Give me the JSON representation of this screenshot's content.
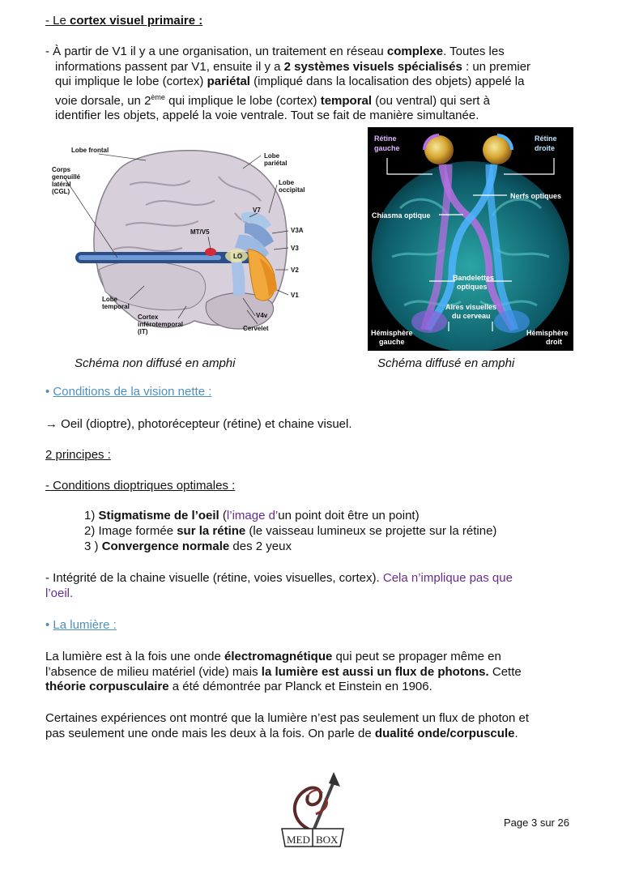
{
  "section1": {
    "title_prefix": "- Le ",
    "title_bold": "cortex visuel primaire :",
    "p1": {
      "a": "- À partir de V1 il y a une organisation, un traitement en réseau ",
      "b": "complexe",
      "c": ". Toutes les",
      "d": "informations passent par V1, ensuite il y a ",
      "e": "2 systèmes visuels spécialisés",
      "f": " : un premier",
      "g": "qui implique le lobe (cortex) ",
      "h": "pariétal",
      "i": " (impliqué dans la localisation des objets) appelé la",
      "j": "voie dorsale, un 2",
      "k": "ème",
      "l": " qui implique le lobe (cortex) ",
      "m": "temporal",
      "n": " (ou ventral) qui sert à",
      "o": "identifier les objets, appelé la voie ventrale. Tout se fait de manière simultanée."
    }
  },
  "figure_left": {
    "caption": "Schéma non diffusé en amphi",
    "labels": {
      "lobe_frontal": "Lobe frontal",
      "corps1": "Corps",
      "corps2": "genouillé",
      "corps3": "latéral",
      "corps4": "(CGL)",
      "lobe_parietal1": "Lobe",
      "lobe_parietal2": "pariétal",
      "lobe_occipital1": "Lobe",
      "lobe_occipital2": "occipital",
      "v7": "V7",
      "mt": "MT/V5",
      "v3a": "V3A",
      "v3": "V3",
      "lo": "LO",
      "v2": "V2",
      "v1": "V1",
      "lobe_temporal1": "Lobe",
      "lobe_temporal2": "temporal",
      "cortex_it1": "Cortex",
      "cortex_it2": "inférotemporal",
      "cortex_it3": "(IT)",
      "v4v": "V4v",
      "cervelet": "Cervelet"
    }
  },
  "figure_right": {
    "caption": "Schéma diffusé en amphi",
    "labels": {
      "retine_gauche1": "Rétine",
      "retine_gauche2": "gauche",
      "retine_droite1": "Rétine",
      "retine_droite2": "droite",
      "nerfs": "Nerfs optiques",
      "chiasma": "Chiasma optique",
      "bandelettes1": "Bandelettes",
      "bandelettes2": "optiques",
      "aires1": "Aires visuelles",
      "aires2": "du cerveau",
      "hemi_g1": "Hémisphère",
      "hemi_g2": "gauche",
      "hemi_d1": "Hémisphère",
      "hemi_d2": "droit"
    }
  },
  "section2": {
    "title": "Conditions de la vision nette :",
    "arrow_line": "→ Oeil (dioptre), photorécepteur (rétine)  et chaine visuel.",
    "principes": "2 principes :",
    "dioptrique": "- Conditions dioptriques optimales :",
    "item1": {
      "num": "1) ",
      "bold": "Stigmatisme de l’oeil",
      "open": " (",
      "purple": "l’image d’",
      "rest": "un point doit être un point)"
    },
    "item2": {
      "num": "2) Image formée ",
      "bold": "sur la rétine",
      "rest": " (le vaisseau lumineux se projette sur la rétine)"
    },
    "item3": {
      "num": "3 ) ",
      "bold": "Convergence normale",
      "rest": " des 2 yeux"
    },
    "integrite": "- Intégrité de la chaine visuelle (rétine, voies visuelles, cortex). ",
    "integrite_purple1": "Cela n’implique pas que",
    "integrite_purple2": "l’oeil."
  },
  "section3": {
    "title": "La lumière :",
    "p1": {
      "a": "La lumière est à la fois une onde ",
      "b": "électromagnétique",
      "c": " qui peut se propager même en",
      "d": "l’absence de milieu matériel (vide) mais ",
      "e": "la lumière est aussi un flux de photons.",
      "f": " Cette",
      "g": "théorie corpusculaire",
      "h": " a été démontrée par Planck et Einstein en 1906."
    },
    "p2": {
      "a": "Certaines expériences ont montré que la lumière n’est pas seulement un flux de photon et",
      "b": "pas seulement une onde mais les deux à la fois. On parle de ",
      "c": "dualité onde/corpuscule",
      "d": "."
    }
  },
  "footer": {
    "page": "Page 3 sur 26",
    "logo_left": "MED",
    "logo_right": "BOX"
  }
}
